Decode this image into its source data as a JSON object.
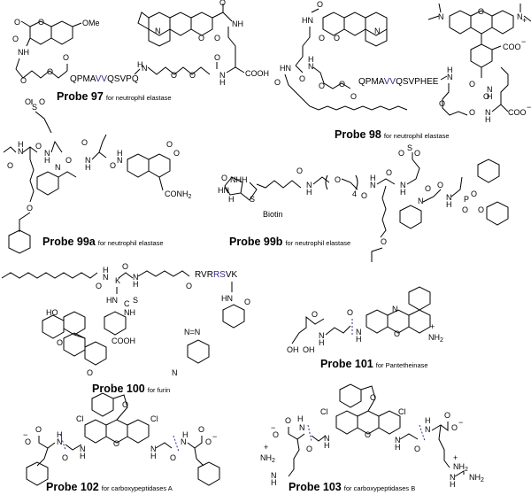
{
  "probes": [
    {
      "id": "97",
      "name": "Probe 97",
      "target": "for neutrophil elastase",
      "sequence": {
        "pre": "QPMA",
        "highlight": "VV",
        "post": "QSVPQ"
      },
      "labels": [
        "OMe",
        "O",
        "O",
        "O",
        "NH",
        "O",
        "O",
        "O",
        "H",
        "N",
        "O",
        "O",
        "O",
        "N",
        "NH",
        "O",
        "O",
        "N",
        "H",
        "COOH"
      ]
    },
    {
      "id": "98",
      "name": "Probe 98",
      "target": "for neutrophil elastase",
      "sequence": {
        "pre": "QPMA",
        "highlight": "VV",
        "post": "QSVPHEE"
      },
      "labels": [
        "HN",
        "O",
        "O",
        "O",
        "N",
        "HN",
        "O",
        "H",
        "N",
        "O",
        "O",
        "O",
        "N",
        "O",
        "N",
        "N",
        "+",
        "COO",
        "−",
        "H",
        "N",
        "O",
        "N",
        "H",
        "O",
        "O",
        "O",
        "N",
        "H",
        "COO",
        "−"
      ]
    },
    {
      "id": "99a",
      "name": "Probe 99a",
      "target": "for neutrophil elastase",
      "labels": [
        "S",
        "O",
        "O",
        "H",
        "N",
        "O",
        "N",
        "H",
        "O",
        "N",
        "O",
        "N",
        "H",
        "O",
        "H",
        "N",
        "O",
        "O",
        "CONH2",
        "O"
      ]
    },
    {
      "id": "99b",
      "name": "Probe 99b",
      "target": "for neutrophil elastase",
      "group_label": "Biotin",
      "peg_repeat": "4",
      "labels": [
        "O",
        "NH",
        "H",
        "HN",
        "H",
        "S",
        "O",
        "N",
        "H",
        "O",
        "O",
        "H",
        "N",
        "O",
        "N",
        "H",
        "O",
        "S",
        "O",
        "O",
        "N",
        "O",
        "N",
        "H",
        "P",
        "O",
        "O",
        "O",
        "O"
      ]
    },
    {
      "id": "100",
      "name": "Probe 100",
      "target": "for furin",
      "sequence": {
        "pre": "RVR",
        "highlight": "RS",
        "post": "VK"
      },
      "labels": [
        "O",
        "H",
        "N",
        "K",
        "O",
        "N",
        "H",
        "O",
        "HN",
        "C",
        "S",
        "NH",
        "HO",
        "O",
        "COOH",
        "O",
        "HN",
        "O",
        "N",
        "N",
        "N"
      ]
    },
    {
      "id": "101",
      "name": "Probe 101",
      "target": "for Pantetheinase",
      "labels": [
        "OH",
        "OH",
        "O",
        "N",
        "H",
        "O",
        "N",
        "H",
        "N",
        "O",
        "NH2",
        "+"
      ]
    },
    {
      "id": "102",
      "name": "Probe 102",
      "target": "for carboxypeptidases A",
      "labels": [
        "O",
        "O",
        "−",
        "N",
        "H",
        "O",
        "Cl",
        "Cl",
        "O",
        "N",
        "H",
        "O",
        "N",
        "H",
        "O",
        "N",
        "H",
        "O",
        "O",
        "−"
      ]
    },
    {
      "id": "103",
      "name": "Probe 103",
      "target": "for carboxypeptidases B",
      "labels": [
        "O",
        "O",
        "−",
        "N",
        "H",
        "O",
        "Cl",
        "Cl",
        "O",
        "N",
        "H",
        "O",
        "N",
        "H",
        "O",
        "N",
        "H",
        "O",
        "O",
        "−",
        "NH2",
        "+",
        "H2N",
        "N",
        "H",
        "NH2",
        "+",
        "N",
        "H",
        "NH2"
      ]
    }
  ],
  "colors": {
    "highlight": "#3a2a8a",
    "text": "#000000",
    "background": "#ffffff"
  }
}
